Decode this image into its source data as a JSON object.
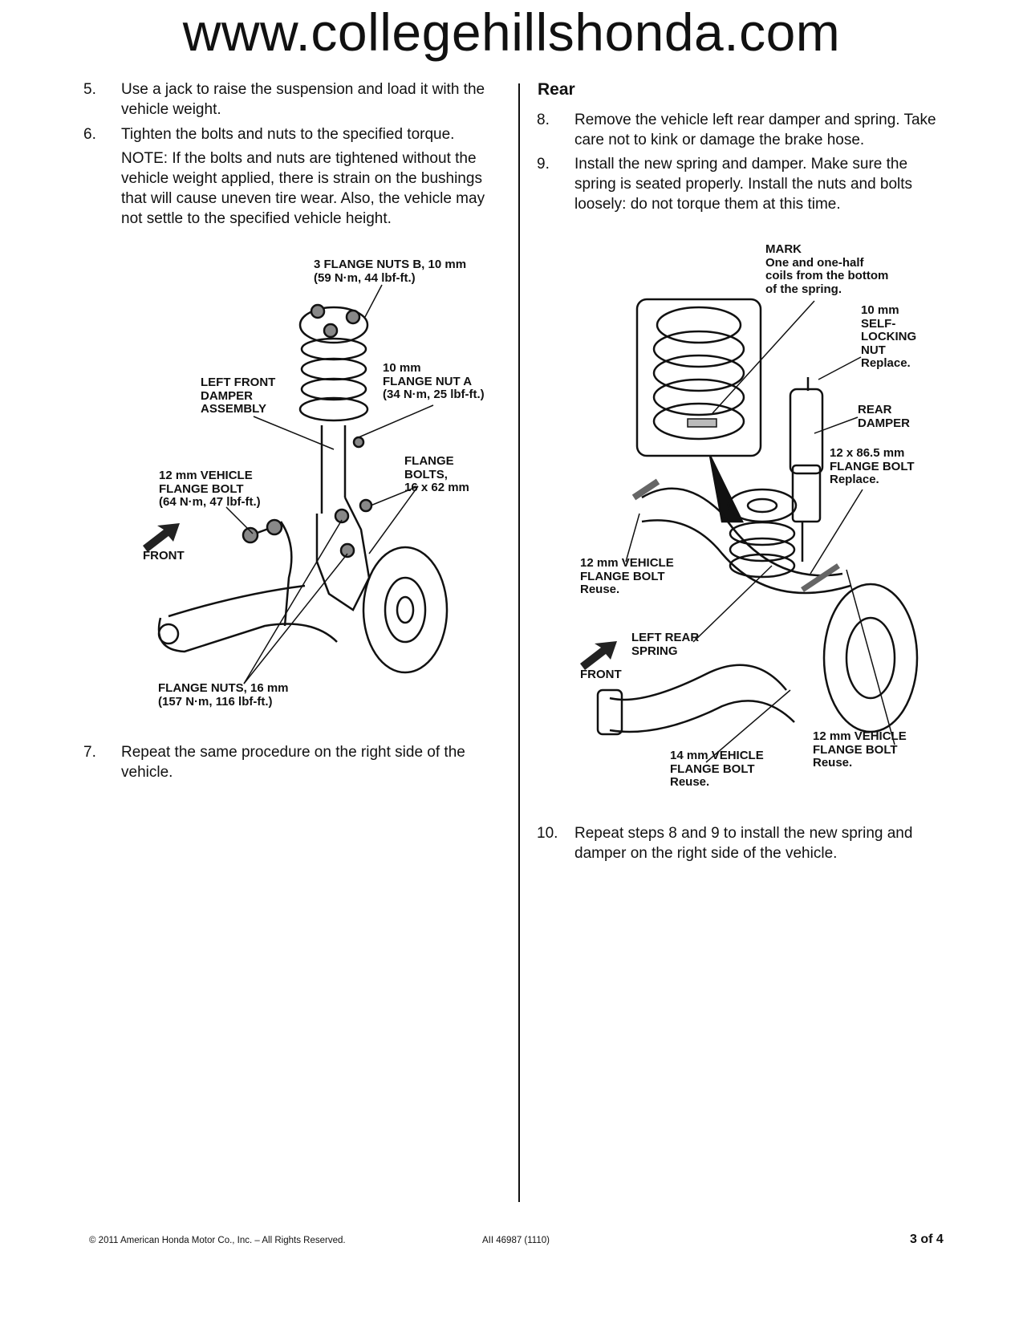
{
  "header": {
    "site": "www.collegehillshonda.com"
  },
  "left_column": {
    "steps": [
      {
        "num": "5.",
        "text": "Use a jack to raise the suspension and load it with the vehicle weight."
      },
      {
        "num": "6.",
        "text": "Tighten the bolts and nuts to the specified torque.",
        "note": "NOTE: If the bolts and nuts are tightened without the vehicle weight applied, there is strain on the bushings that will cause uneven tire wear. Also, the vehicle may not settle to the specified vehicle height."
      },
      {
        "num": "7.",
        "text": "Repeat the same procedure on the right side of the vehicle."
      }
    ],
    "diagram_labels": {
      "flange_nuts_b": [
        "3 FLANGE NUTS B, 10 mm",
        "(59 N·m, 44 lbf-ft.)"
      ],
      "damper_assembly": [
        "LEFT FRONT",
        "DAMPER",
        "ASSEMBLY"
      ],
      "flange_nut_a": [
        "10 mm",
        "FLANGE NUT A",
        "(34 N·m, 25 lbf-ft.)"
      ],
      "flange_bolts": [
        "FLANGE",
        "BOLTS,",
        "16 x 62 mm"
      ],
      "vehicle_bolt": [
        "12 mm VEHICLE",
        "FLANGE BOLT",
        "(64 N·m, 47 lbf-ft.)"
      ],
      "front": "FRONT",
      "flange_nuts_16": [
        "FLANGE NUTS, 16 mm",
        "(157 N·m, 116 lbf-ft.)"
      ]
    }
  },
  "right_column": {
    "heading": "Rear",
    "steps": [
      {
        "num": "8.",
        "text": "Remove the vehicle left rear damper and spring. Take care not to kink or damage the brake hose."
      },
      {
        "num": "9.",
        "text": "Install the new spring and damper. Make sure the spring is seated properly. Install the nuts and bolts loosely: do not torque them at this time."
      },
      {
        "num": "10.",
        "text": "Repeat steps 8 and 9 to install the new spring and damper on the right side of the vehicle."
      }
    ],
    "diagram_labels": {
      "mark": [
        "MARK",
        "One and one-half",
        "coils from the bottom",
        "of the spring."
      ],
      "self_locking_nut": [
        "10 mm",
        "SELF-",
        "LOCKING",
        "NUT",
        "Replace."
      ],
      "rear_damper": [
        "REAR",
        "DAMPER"
      ],
      "flange_bolt_86": [
        "12 x 86.5 mm",
        "FLANGE BOLT",
        "Replace."
      ],
      "vehicle_bolt_a": [
        "12 mm VEHICLE",
        "FLANGE BOLT",
        "Reuse."
      ],
      "rear_spring": [
        "LEFT REAR",
        "SPRING"
      ],
      "front": "FRONT",
      "vehicle_bolt_14": [
        "14 mm VEHICLE",
        "FLANGE BOLT",
        "Reuse."
      ],
      "vehicle_bolt_b": [
        "12 mm VEHICLE",
        "FLANGE BOLT",
        "Reuse."
      ]
    }
  },
  "footer": {
    "copyright": "© 2011 American Honda Motor Co., Inc. – All Rights Reserved.",
    "doc_id": "AII 46987 (1110)",
    "page": "3 of 4"
  }
}
